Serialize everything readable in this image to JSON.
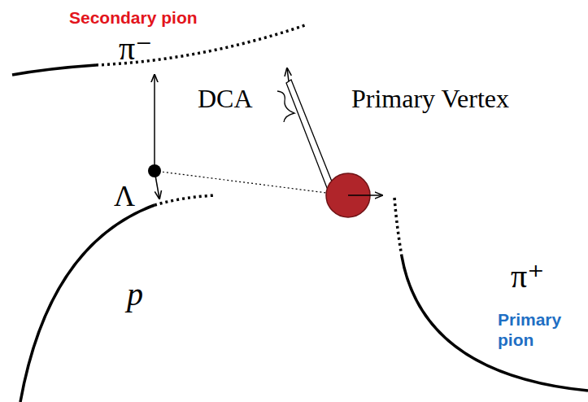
{
  "diagram": {
    "labels": [
      "Secondary pion",
      "π⁻",
      "DCA",
      "Primary Vertex",
      "Λ",
      "p",
      "π⁺",
      "Primary pion"
    ]
  }
}
